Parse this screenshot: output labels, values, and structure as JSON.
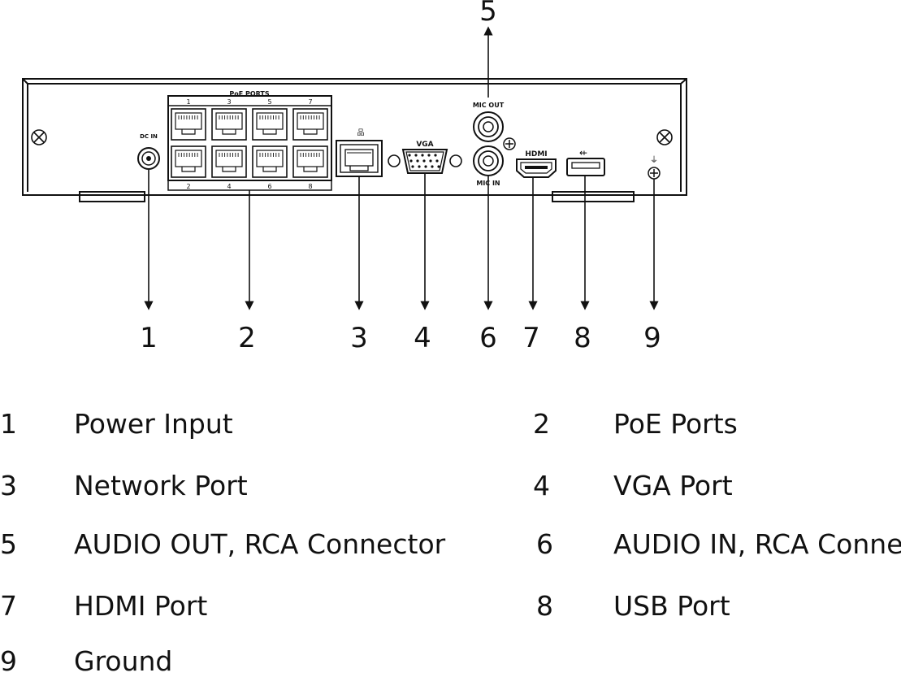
{
  "device_labels": {
    "poe_ports": "PoE PORTS",
    "port_top": [
      "1",
      "3",
      "5",
      "7"
    ],
    "port_bottom": [
      "2",
      "4",
      "6",
      "8"
    ],
    "dc_in": "DC IN",
    "vga": "VGA",
    "mic_out": "MIC OUT",
    "mic_in": "MIC IN",
    "hdmi": "HDMI"
  },
  "callouts": [
    "1",
    "2",
    "3",
    "4",
    "5",
    "6",
    "7",
    "8",
    "9"
  ],
  "legend": [
    {
      "num": "1",
      "label": "Power Input"
    },
    {
      "num": "2",
      "label": "PoE Ports"
    },
    {
      "num": "3",
      "label": "Network Port"
    },
    {
      "num": "4",
      "label": "VGA Port"
    },
    {
      "num": "5",
      "label": "AUDIO OUT, RCA Connector"
    },
    {
      "num": "6",
      "label": "AUDIO IN, RCA Connec"
    },
    {
      "num": "7",
      "label": "HDMI Port"
    },
    {
      "num": "8",
      "label": "USB Port"
    },
    {
      "num": "9",
      "label": "Ground"
    }
  ]
}
